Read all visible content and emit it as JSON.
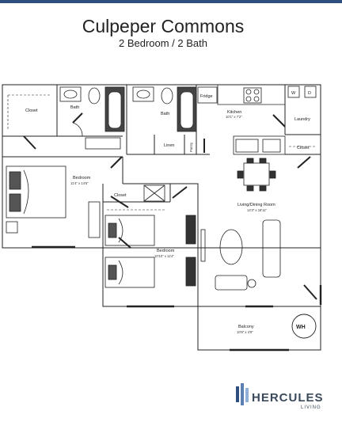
{
  "header": {
    "title": "Culpeper Commons",
    "subtitle": "2 Bedroom / 2 Bath"
  },
  "rooms": {
    "closet_master": "Closet",
    "bath_master": "Bath",
    "bath_second": "Bath",
    "fridge": "Fridge",
    "kitchen": {
      "name": "Kitchen",
      "dims": "10'1\" x 7'2\""
    },
    "washer": "W",
    "dryer": "D",
    "laundry": "Laundry",
    "linen": "Linen",
    "pantry": "Pantry",
    "closet_kitchen": "Closet",
    "bedroom_master": {
      "name": "Bedroom",
      "dims": "11'4\" x 14'6\""
    },
    "closet_second": "Closet",
    "living_dining": {
      "name": "Living/Dining Room",
      "dims": "14'3\" x 18'11\""
    },
    "bedroom_second": {
      "name": "Bedroom",
      "dims": "10'10\" x 11'4\""
    },
    "balcony": {
      "name": "Balcony",
      "dims": "10'6\" x 4'9\""
    },
    "water_heater": "WH"
  },
  "logo": {
    "name": "HERCULES",
    "tagline": "LIVING",
    "color": "#3a4a5c"
  },
  "colors": {
    "accent_bar": "#2d4f80",
    "walls": "#222222"
  }
}
